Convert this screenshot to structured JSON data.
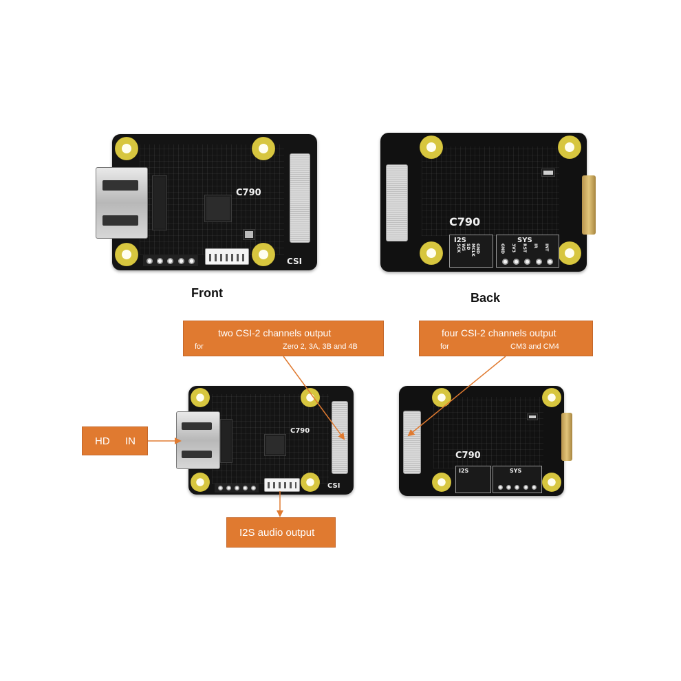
{
  "captions": {
    "front": "Front",
    "back": "Back"
  },
  "silkscreen": {
    "model": "C790",
    "csi": "CSI",
    "i2s": "I2S",
    "sys": "SYS",
    "i2s_pins": [
      "GND",
      "MCLK",
      "SD",
      "WS",
      "SCK"
    ],
    "sys_pins": [
      "GND",
      "3V3",
      "RST",
      "IR",
      "INT"
    ]
  },
  "callouts": {
    "two_channels": {
      "line1": "two CSI-2 channels output",
      "for": "for",
      "models": "Zero 2, 3A, 3B and 4B"
    },
    "four_channels": {
      "line1": "four CSI-2 channels output",
      "for": "for",
      "models": "CM3 and CM4"
    },
    "hdmi_in": {
      "part1": "HD",
      "part2": "IN"
    },
    "i2s_audio": {
      "label": "I2S audio output"
    }
  },
  "colors": {
    "callout_bg": "#e07a30",
    "board": "#141414",
    "mount_hole": "#d7c63f",
    "arrow": "#e07a30"
  }
}
